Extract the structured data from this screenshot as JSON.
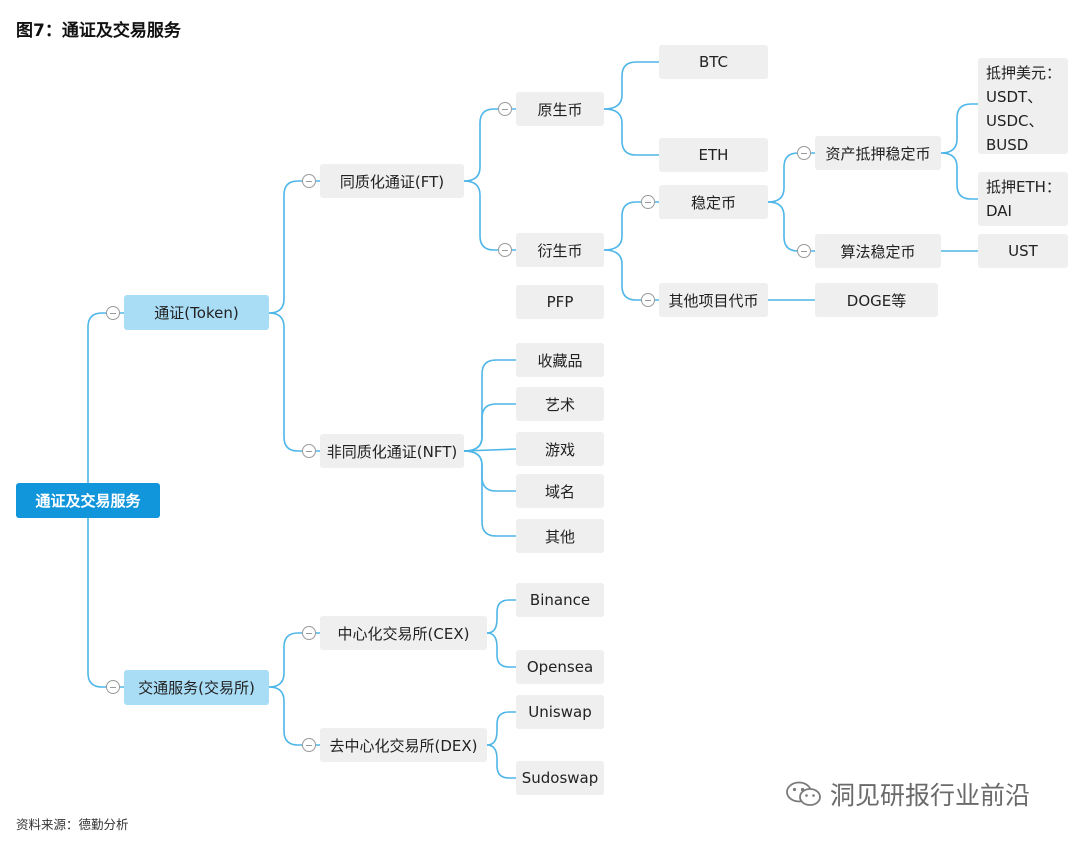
{
  "title": "图7：通证及交易服务",
  "source": "资料来源：德勤分析",
  "watermark": "洞见研报行业前沿",
  "tree": {
    "root": "通证及交易服务",
    "token": "通证(Token)",
    "ft": "同质化通证(FT)",
    "native": "原生币",
    "btc": "BTC",
    "eth": "ETH",
    "derivative": "衍生币",
    "stable": "稳定币",
    "asset_stable": "资产抵押稳定币",
    "usd_backed": [
      "抵押美元：",
      "USDT、",
      "USDC、",
      "BUSD"
    ],
    "eth_backed": [
      "抵押ETH：",
      "DAI"
    ],
    "algo_stable": "算法稳定币",
    "ust": "UST",
    "other_project": "其他项目代币",
    "doge": "DOGE等",
    "pfp": "PFP",
    "nft": "非同质化通证(NFT)",
    "collectibles": "收藏品",
    "art": "艺术",
    "games": "游戏",
    "domains": "域名",
    "nft_other": "其他",
    "trade": "交通服务(交易所)",
    "cex": "中心化交易所(CEX)",
    "binance": "Binance",
    "opensea": "Opensea",
    "dex": "去中心化交易所(DEX)",
    "uniswap": "Uniswap",
    "sudoswap": "Sudoswap"
  }
}
